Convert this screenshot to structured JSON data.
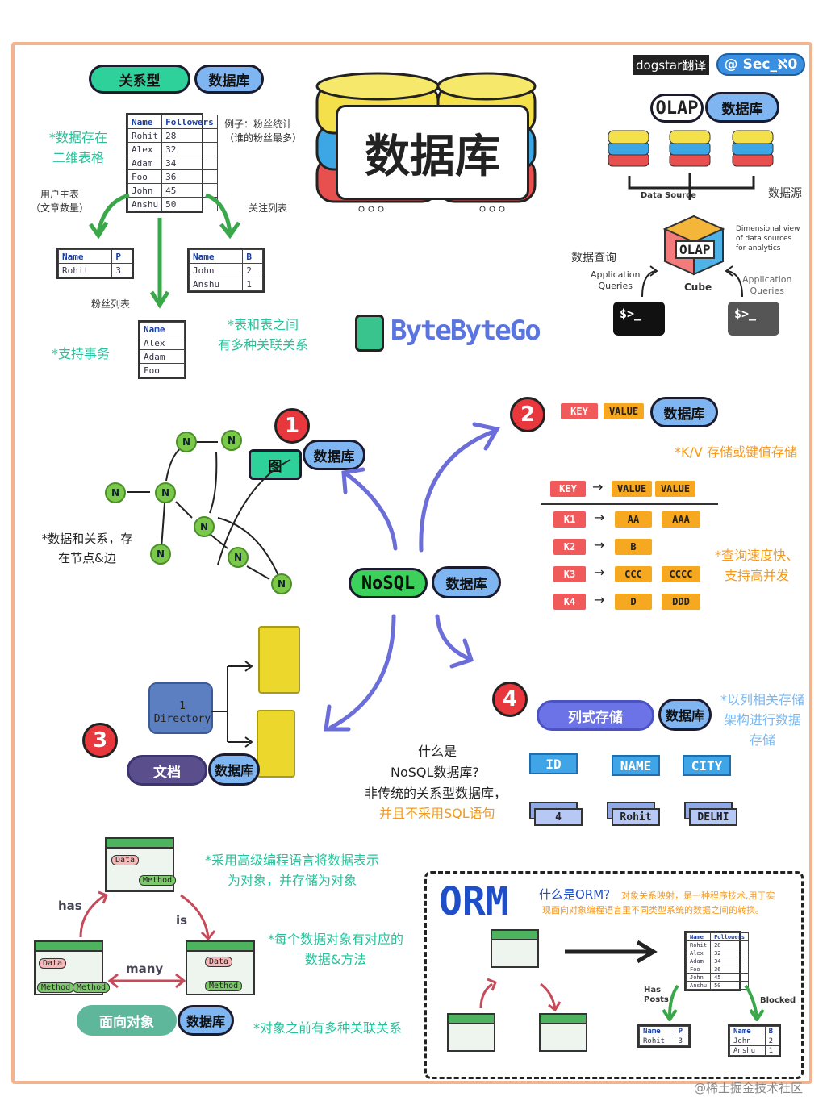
{
  "header": {
    "badge": "dogstar翻译",
    "handle": "Sec_ℵ0"
  },
  "title": "数据库",
  "brand": "ByteByteGo",
  "db_label": "数据库",
  "relational": {
    "type_label": "关系型",
    "note_table": "*数据存在\n二维表格",
    "example": "例子：粉丝统计\n（谁的粉丝最多）",
    "user_table_label": "用户主表\n（文章数量）",
    "follow_label": "关注列表",
    "fans_label": "粉丝列表",
    "note_relation": "*表和表之间\n有多种关联关系",
    "note_tx": "*支持事务",
    "main_table": {
      "headers": [
        "Name",
        "Followers"
      ],
      "rows": [
        [
          "Rohit",
          "28"
        ],
        [
          "Alex",
          "32"
        ],
        [
          "Adam",
          "34"
        ],
        [
          "Foo",
          "36"
        ],
        [
          "John",
          "45"
        ],
        [
          "Anshu",
          "50"
        ]
      ]
    },
    "t_p": {
      "headers": [
        "Name",
        "P"
      ],
      "rows": [
        [
          "Rohit",
          "3"
        ]
      ]
    },
    "t_b": {
      "headers": [
        "Name",
        "B"
      ],
      "rows": [
        [
          "John",
          "2"
        ],
        [
          "Anshu",
          "1"
        ]
      ]
    },
    "t_names": {
      "headers": [
        "Name"
      ],
      "rows": [
        [
          "Alex"
        ],
        [
          "Adam"
        ],
        [
          "Foo"
        ]
      ]
    }
  },
  "olap": {
    "label": "OLAP",
    "data_source": "Data Source",
    "data_source_cn": "数据源",
    "dim_view": "Dimensional view\nof data sources\nfor analytics",
    "query_cn": "数据查询",
    "app_queries": "Application\nQueries",
    "cube": "Cube",
    "prompt": "$>_"
  },
  "graph": {
    "num": "1",
    "type_label": "图",
    "note": "*数据和关系，存\n在节点&边",
    "node": "N"
  },
  "kv": {
    "num": "2",
    "key": "KEY",
    "value": "VALUE",
    "note_type": "*K/V 存储或键值存储",
    "note_speed": "*查询速度快、\n支持高并发",
    "head": [
      "KEY",
      "VALUE",
      "VALUE"
    ],
    "rows": [
      [
        "K1",
        "AA",
        "AAA"
      ],
      [
        "K2",
        "B",
        ""
      ],
      [
        "K3",
        "CCC",
        "CCCC"
      ],
      [
        "K4",
        "D",
        "DDD"
      ]
    ]
  },
  "nosql": {
    "label": "NoSQL",
    "q1": "什么是",
    "q2": "NoSQL数据库?",
    "a1": "非传统的关系型数据库，",
    "a2": "并且不采用SQL语句"
  },
  "document": {
    "num": "3",
    "type_label": "文档",
    "dir_label": "1\nDirectory"
  },
  "column": {
    "num": "4",
    "type_label": "列式存储",
    "note": "*以列相关存储\n架构进行数据\n存储",
    "headers": [
      "ID",
      "NAME",
      "CITY"
    ],
    "values": [
      "4",
      "Rohit",
      "DELHI"
    ]
  },
  "oo": {
    "type_label": "面向对象",
    "note1": "*采用高级编程语言将数据表示\n为对象，并存储为对象",
    "note2": "*每个数据对象有对应的\n数据&方法",
    "note3": "*对象之前有多种关联关系",
    "has": "has",
    "is": "is",
    "many": "many",
    "data": "Data",
    "method": "Method"
  },
  "orm": {
    "label": "ORM",
    "title": "什么是ORM?",
    "desc": "对象关系映射，是一种程序技术,用于实\n现面向对象编程语言里不同类型系统的数据之间的转换。",
    "has_posts": "Has\nPosts",
    "blocked": "Blocked"
  },
  "footer": "@稀土掘金技术社区",
  "colors": {
    "accent_orange": "#f39a1f",
    "accent_green": "#26c29a",
    "frame": "#f2b38f"
  }
}
